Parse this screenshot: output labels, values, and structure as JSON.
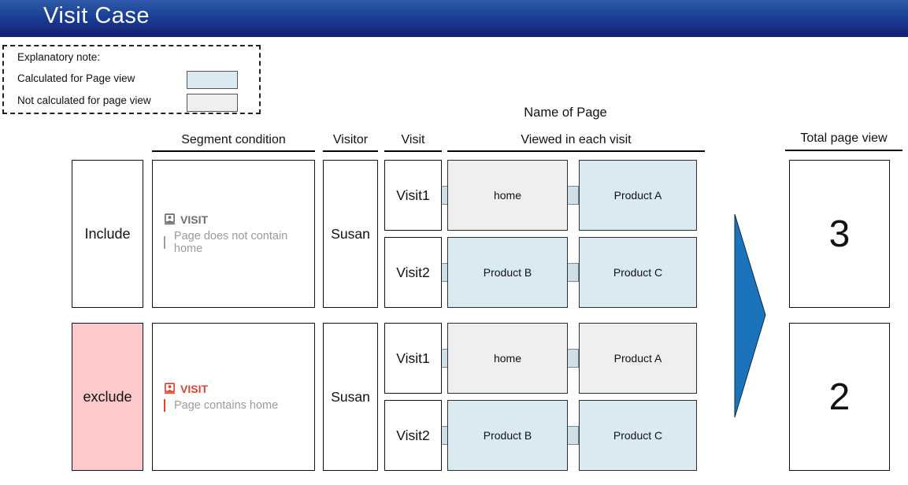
{
  "header": {
    "title": "Visit Case"
  },
  "legend": {
    "title": "Explanatory note:",
    "items": [
      {
        "label": "Calculated for Page view",
        "swatch_color": "#d9eaf3"
      },
      {
        "label": "Not calculated for page view",
        "swatch_color": "#efefef"
      }
    ]
  },
  "columns": {
    "name_of_page": "Name of Page",
    "segment_condition": "Segment condition",
    "visitor": "Visitor",
    "visit": "Visit",
    "viewed_in_each_visit": "Viewed in each visit",
    "total_page_view": "Total page view"
  },
  "rows": [
    {
      "mode": "Include",
      "segment": {
        "icon": "visit-icon",
        "label": "VISIT",
        "condition": "Page does not contain home"
      },
      "visitor": "Susan",
      "visits": [
        {
          "label": "Visit1",
          "pages": [
            {
              "name": "home",
              "calculated": false
            },
            {
              "name": "Product A",
              "calculated": true
            }
          ]
        },
        {
          "label": "Visit2",
          "pages": [
            {
              "name": "Product B",
              "calculated": true
            },
            {
              "name": "Product C",
              "calculated": true
            }
          ]
        }
      ],
      "total": "3"
    },
    {
      "mode": "exclude",
      "segment": {
        "icon": "visit-icon",
        "label": "VISIT",
        "condition": "Page contains home"
      },
      "visitor": "Susan",
      "visits": [
        {
          "label": "Visit1",
          "pages": [
            {
              "name": "home",
              "calculated": false
            },
            {
              "name": "Product A",
              "calculated": false
            }
          ]
        },
        {
          "label": "Visit2",
          "pages": [
            {
              "name": "Product B",
              "calculated": true
            },
            {
              "name": "Product C",
              "calculated": true
            }
          ]
        }
      ],
      "total": "2"
    }
  ],
  "colors": {
    "header_gradient_top": "#2e5aa9",
    "header_gradient_bottom": "#111f74",
    "calculated_fill": "#d9eaf3",
    "not_calculated_fill": "#efefef",
    "exclude_fill": "#fdc9ca",
    "arrow_fill": "#1b74bb",
    "visit_label_include": "#6d6d6d",
    "visit_label_exclude": "#e0442f",
    "condition_text": "#9b9b9b"
  }
}
